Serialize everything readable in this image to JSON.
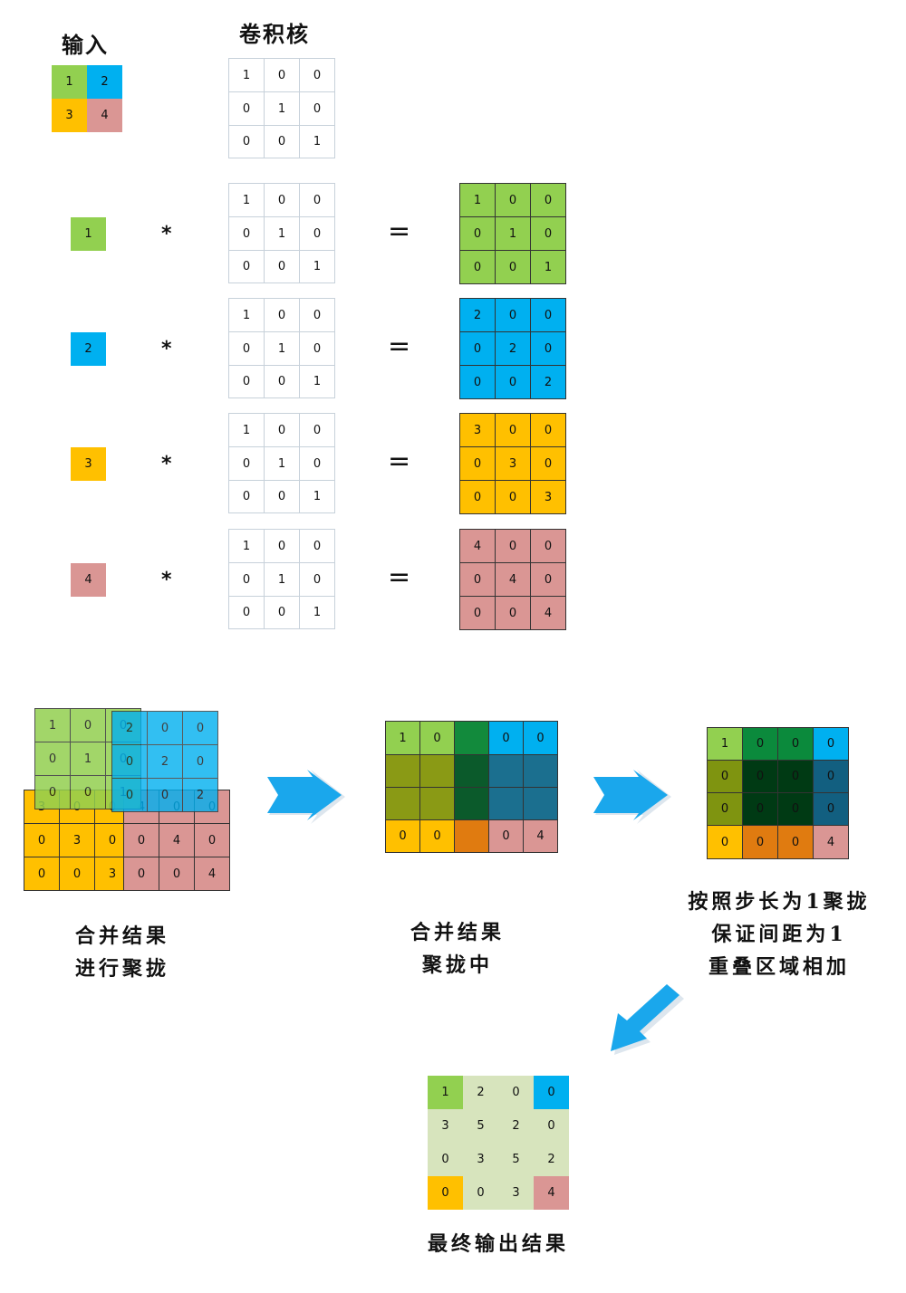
{
  "titles": {
    "input": "输入",
    "kernel": "卷积核"
  },
  "colors": {
    "green": "#92d050",
    "blue": "#00b0f0",
    "orange": "#ffc000",
    "pink": "#da9694",
    "dark_green": "#0b6b2b",
    "light_bg": "#d7e4bd"
  },
  "input_matrix": [
    "1",
    "2",
    "3",
    "4"
  ],
  "kernel_values": [
    "1",
    "0",
    "0",
    "0",
    "1",
    "0",
    "0",
    "0",
    "1"
  ],
  "operators": {
    "times": "*",
    "equals": "="
  },
  "rows": [
    {
      "input": "1",
      "color": "green",
      "result": [
        "1",
        "0",
        "0",
        "0",
        "1",
        "0",
        "0",
        "0",
        "1"
      ]
    },
    {
      "input": "2",
      "color": "blue",
      "result": [
        "2",
        "0",
        "0",
        "0",
        "2",
        "0",
        "0",
        "0",
        "2"
      ]
    },
    {
      "input": "3",
      "color": "orange",
      "result": [
        "3",
        "0",
        "0",
        "0",
        "3",
        "0",
        "0",
        "0",
        "3"
      ]
    },
    {
      "input": "4",
      "color": "pink",
      "result": [
        "4",
        "0",
        "0",
        "0",
        "4",
        "0",
        "0",
        "0",
        "4"
      ]
    }
  ],
  "captions": {
    "merge": [
      "合并结果",
      "进行聚拢"
    ],
    "merging": [
      "合并结果",
      "聚拢中"
    ],
    "stride": [
      "按照步长为1聚拢",
      "保证间距为1",
      "重叠区域相加"
    ],
    "final": "最终输出结果"
  },
  "stage3_values": [
    "1",
    "0",
    "0",
    "0",
    "0",
    "0",
    "0",
    "0",
    "0",
    "0",
    "0",
    "0",
    "0",
    "0",
    "0",
    "4"
  ],
  "final_output": [
    "1",
    "2",
    "0",
    "0",
    "3",
    "5",
    "2",
    "0",
    "0",
    "3",
    "5",
    "2",
    "0",
    "0",
    "3",
    "4"
  ]
}
